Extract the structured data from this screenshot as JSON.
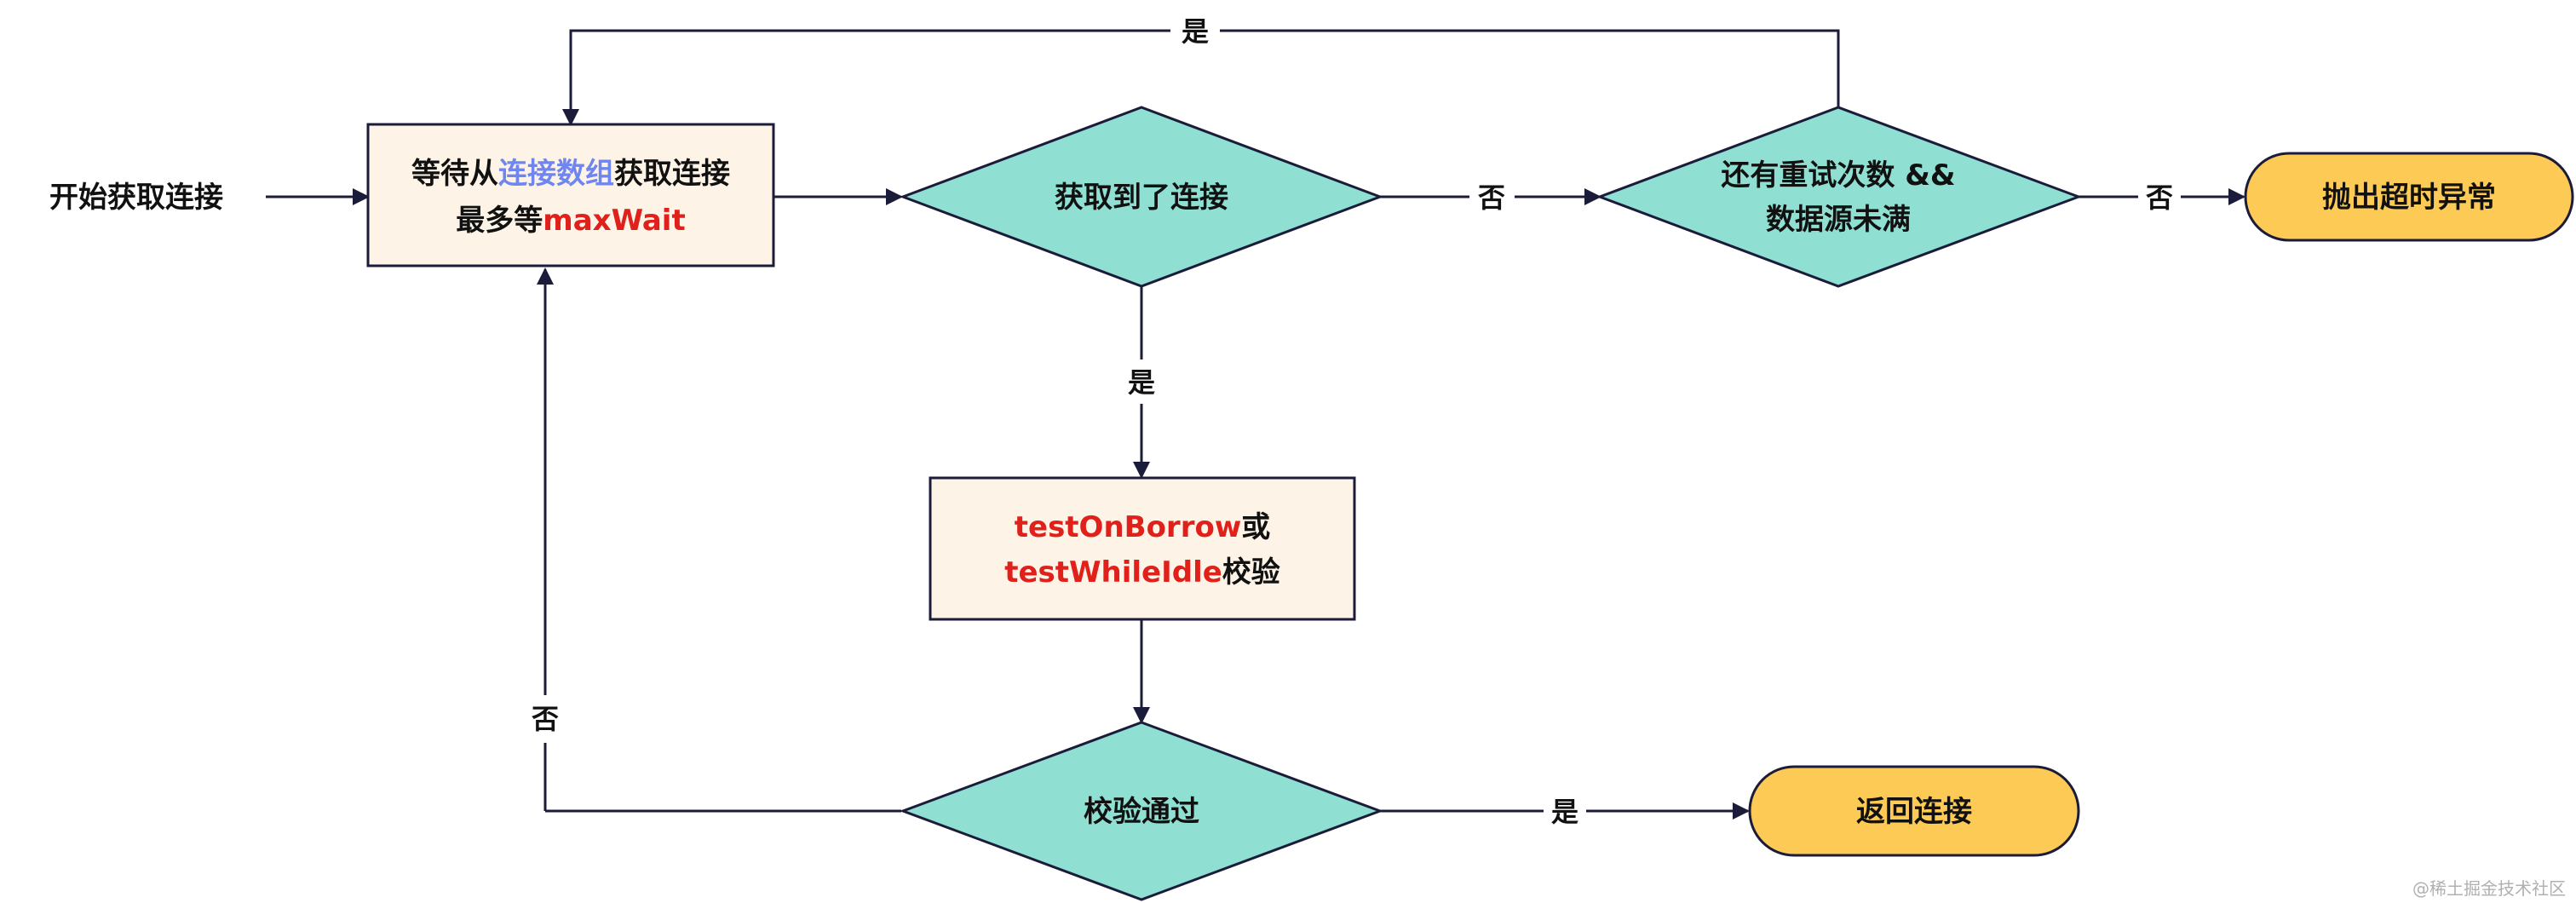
{
  "colors": {
    "box_fill": "#fdf3e6",
    "diamond_fill": "#8fe0d2",
    "terminal_fill": "#fdca55",
    "stroke": "#1b1b3a",
    "accent_blue": "#6f86f0",
    "accent_red": "#e0201a"
  },
  "nodes": {
    "start": "开始获取连接",
    "wait_box": {
      "line1_a": "等待从",
      "line1_b": "连接数组",
      "line1_c": "获取连接",
      "line2_a": "最多等",
      "line2_b": "maxWait"
    },
    "got_connection": "获取到了连接",
    "retry_check": {
      "line1": "还有重试次数 &&",
      "line2": "数据源未满"
    },
    "throw_timeout": "抛出超时异常",
    "validate_box": {
      "line1_a": "testOnBorrow",
      "line1_b": "或",
      "line2_a": "testWhileIdle",
      "line2_b": "校验"
    },
    "validation_passed": "校验通过",
    "return_connection": "返回连接"
  },
  "edges": {
    "retry_yes": "是",
    "got_no": "否",
    "retry_no": "否",
    "got_yes": "是",
    "validate_no": "否",
    "validate_yes": "是"
  },
  "watermark": "@稀土掘金技术社区"
}
